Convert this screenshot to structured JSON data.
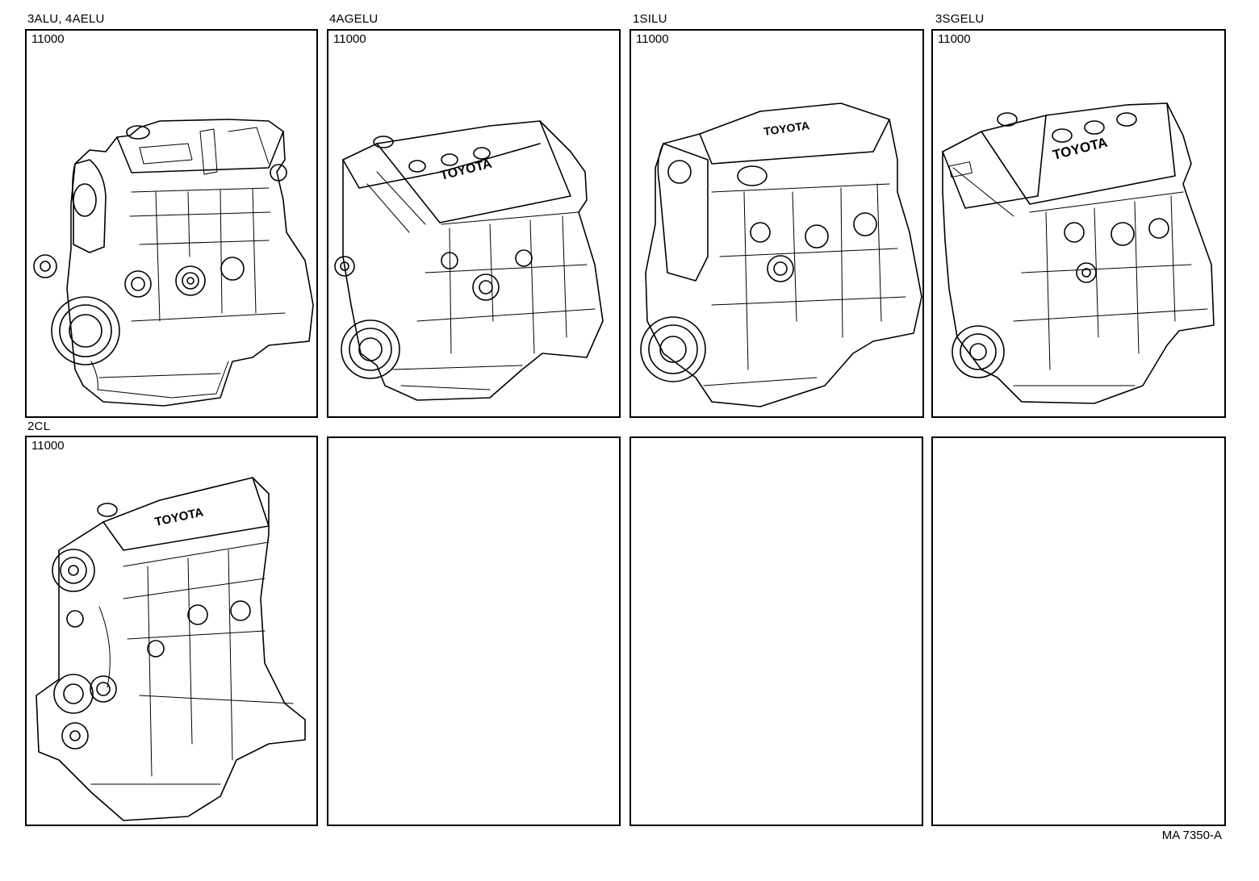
{
  "panels": [
    {
      "engine": "3ALU, 4AELU",
      "part_number": "11000",
      "has_drawing": true,
      "valve_cover_text": ""
    },
    {
      "engine": "4AGELU",
      "part_number": "11000",
      "has_drawing": true,
      "valve_cover_text": "TOYOTA"
    },
    {
      "engine": "1SILU",
      "part_number": "11000",
      "has_drawing": true,
      "valve_cover_text": "TOYOTA"
    },
    {
      "engine": "3SGELU",
      "part_number": "11000",
      "has_drawing": true,
      "valve_cover_text": "TOYOTA"
    },
    {
      "engine": "2CL",
      "part_number": "11000",
      "has_drawing": true,
      "valve_cover_text": "TOYOTA"
    },
    {
      "engine": "",
      "part_number": "",
      "has_drawing": false
    },
    {
      "engine": "",
      "part_number": "",
      "has_drawing": false
    },
    {
      "engine": "",
      "part_number": "",
      "has_drawing": false
    }
  ],
  "footer": {
    "code": "MA 7350-A"
  }
}
